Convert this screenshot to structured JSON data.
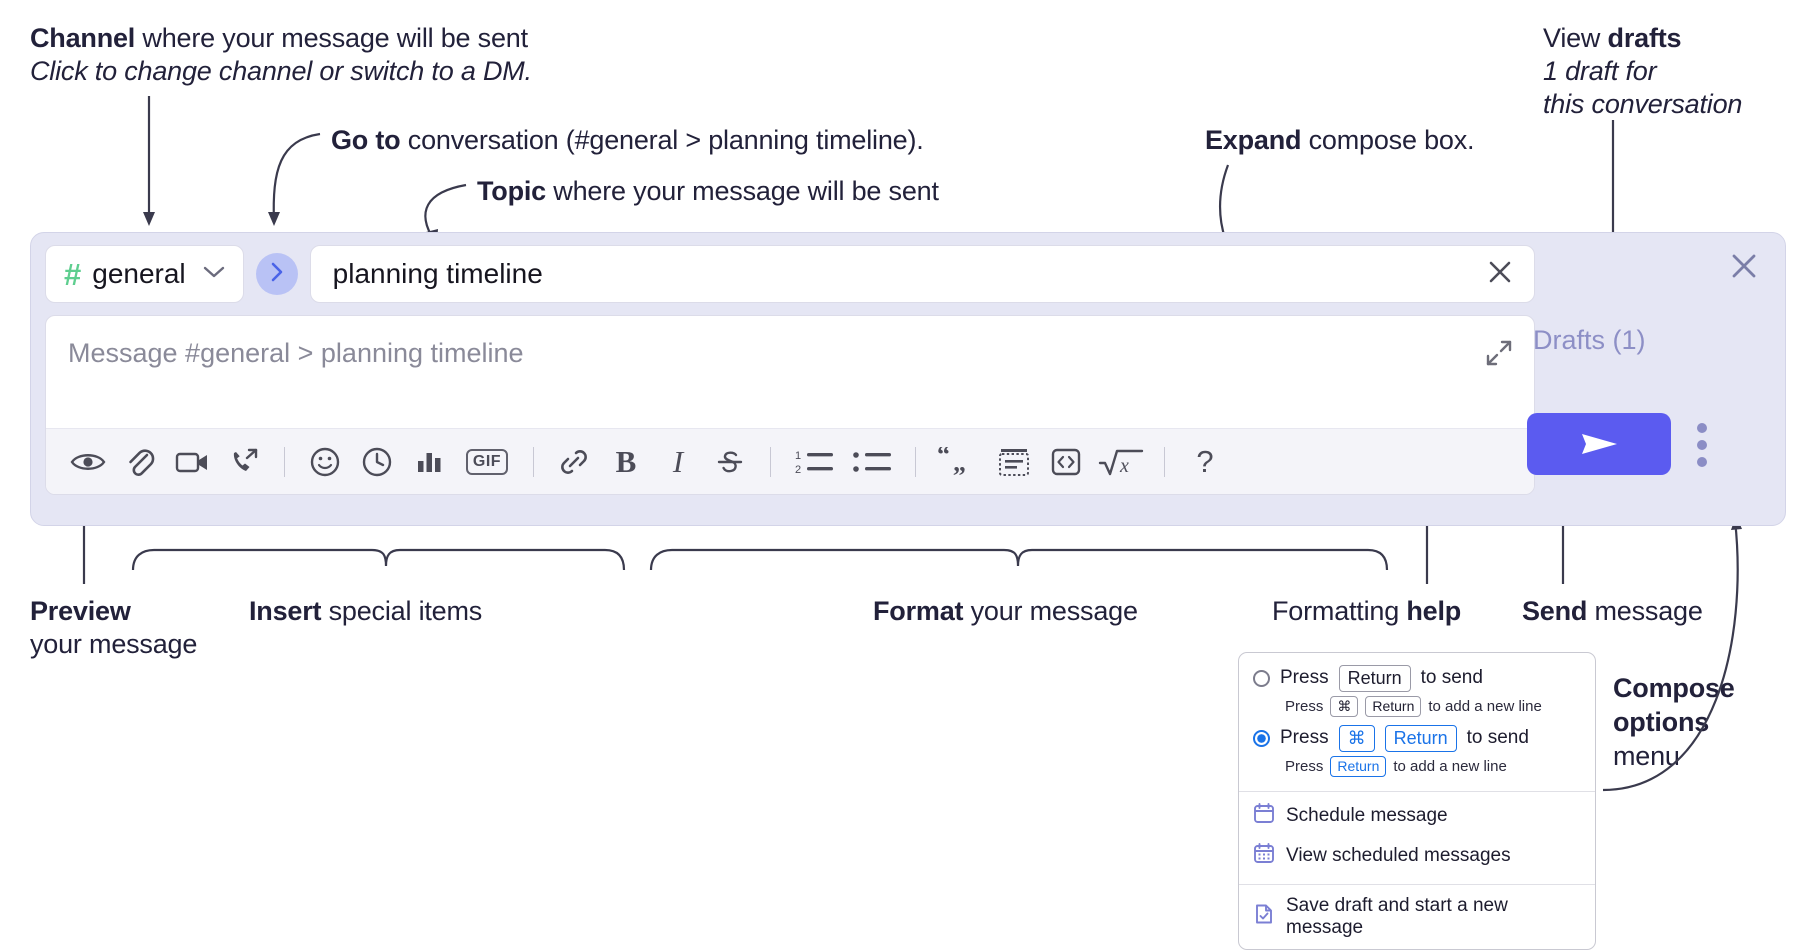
{
  "annotations": {
    "channel": {
      "line1_bold": "Channel",
      "line1_rest": " where your message will be sent",
      "line2_italic": "Click to change channel or switch to a DM."
    },
    "goto": {
      "bold": "Go to",
      "rest": " conversation (#general > planning timeline)."
    },
    "topic": {
      "bold": "Topic",
      "rest": " where your message will be sent"
    },
    "expand": {
      "bold": "Expand",
      "rest": " compose box."
    },
    "drafts": {
      "line1_rest": "View ",
      "line1_bold": "drafts",
      "line2_italic": "1 draft for",
      "line3_italic": "this conversation"
    },
    "preview": {
      "bold": "Preview",
      "rest": "your message"
    },
    "insert": {
      "bold": "Insert",
      "rest": " special items"
    },
    "format": {
      "bold": "Format",
      "rest": " your message"
    },
    "help": {
      "rest": "Formatting ",
      "bold": "help"
    },
    "send": {
      "bold": "Send",
      "rest": " message"
    },
    "compose_options": {
      "bold1": "Compose",
      "bold2": "options",
      "rest": "menu"
    }
  },
  "composer": {
    "channel_button": {
      "hash": "#",
      "label": "general",
      "chevron": "chevron-down-icon"
    },
    "goto_button_icon": "chevron-right-icon",
    "topic_field": {
      "value": "planning timeline",
      "clear_icon": "close-icon"
    },
    "message_field": {
      "placeholder": "Message #general > planning timeline"
    },
    "expand_icon": "expand-icon",
    "toolbar_items": [
      {
        "name": "preview-icon",
        "label": "Preview"
      },
      {
        "name": "attachment-icon",
        "label": "Attach file"
      },
      {
        "name": "video-icon",
        "label": "Video clip"
      },
      {
        "name": "audio-call-icon",
        "label": "Audio clip"
      },
      {
        "name": "divider-1",
        "label": ""
      },
      {
        "name": "emoji-icon",
        "label": "Emoji"
      },
      {
        "name": "clock-icon",
        "label": "Schedule"
      },
      {
        "name": "poll-icon",
        "label": "Poll"
      },
      {
        "name": "gif-icon",
        "label": "GIF"
      },
      {
        "name": "divider-2",
        "label": ""
      },
      {
        "name": "link-icon",
        "label": "Link"
      },
      {
        "name": "bold-icon",
        "label": "B"
      },
      {
        "name": "italic-icon",
        "label": "I"
      },
      {
        "name": "strikethrough-icon",
        "label": "Strikethrough"
      },
      {
        "name": "divider-3",
        "label": ""
      },
      {
        "name": "ordered-list-icon",
        "label": "Ordered list"
      },
      {
        "name": "bulleted-list-icon",
        "label": "Bulleted list"
      },
      {
        "name": "divider-4",
        "label": ""
      },
      {
        "name": "blockquote-icon",
        "label": "Blockquote"
      },
      {
        "name": "code-block-icon",
        "label": "Code block"
      },
      {
        "name": "code-icon",
        "label": "Code"
      },
      {
        "name": "math-icon",
        "label": "Math"
      },
      {
        "name": "divider-5",
        "label": ""
      },
      {
        "name": "help-icon",
        "label": "?"
      }
    ],
    "close_icon": "close-icon",
    "drafts_label": "Drafts (1)",
    "send_icon": "send-icon",
    "overflow_icon": "kebab-menu-icon"
  },
  "menu": {
    "options": [
      {
        "selected": false,
        "press": "Press",
        "keys": [
          "Return"
        ],
        "suffix": "to send",
        "sub_press": "Press",
        "sub_keys": [
          "⌘",
          "Return"
        ],
        "sub_suffix": "to add a new line"
      },
      {
        "selected": true,
        "press": "Press",
        "keys": [
          "⌘",
          "Return"
        ],
        "suffix": "to send",
        "sub_press": "Press",
        "sub_keys": [
          "Return"
        ],
        "sub_suffix": "to add a new line"
      }
    ],
    "items": [
      {
        "icon": "calendar-icon",
        "label": "Schedule message"
      },
      {
        "icon": "calendar-grid-icon",
        "label": "View scheduled messages"
      },
      {
        "icon": "save-draft-icon",
        "label": "Save draft and start a new message"
      }
    ]
  },
  "colors": {
    "accent_send": "#5b5bf0",
    "panel_bg": "#e5e6f4",
    "hash_green": "#5ece8f",
    "goto_bg": "#b9c2f5",
    "drafts_text": "#8d8fc6",
    "radio_blue": "#1a73e8",
    "menu_icon_purple": "#7b7fd4"
  }
}
